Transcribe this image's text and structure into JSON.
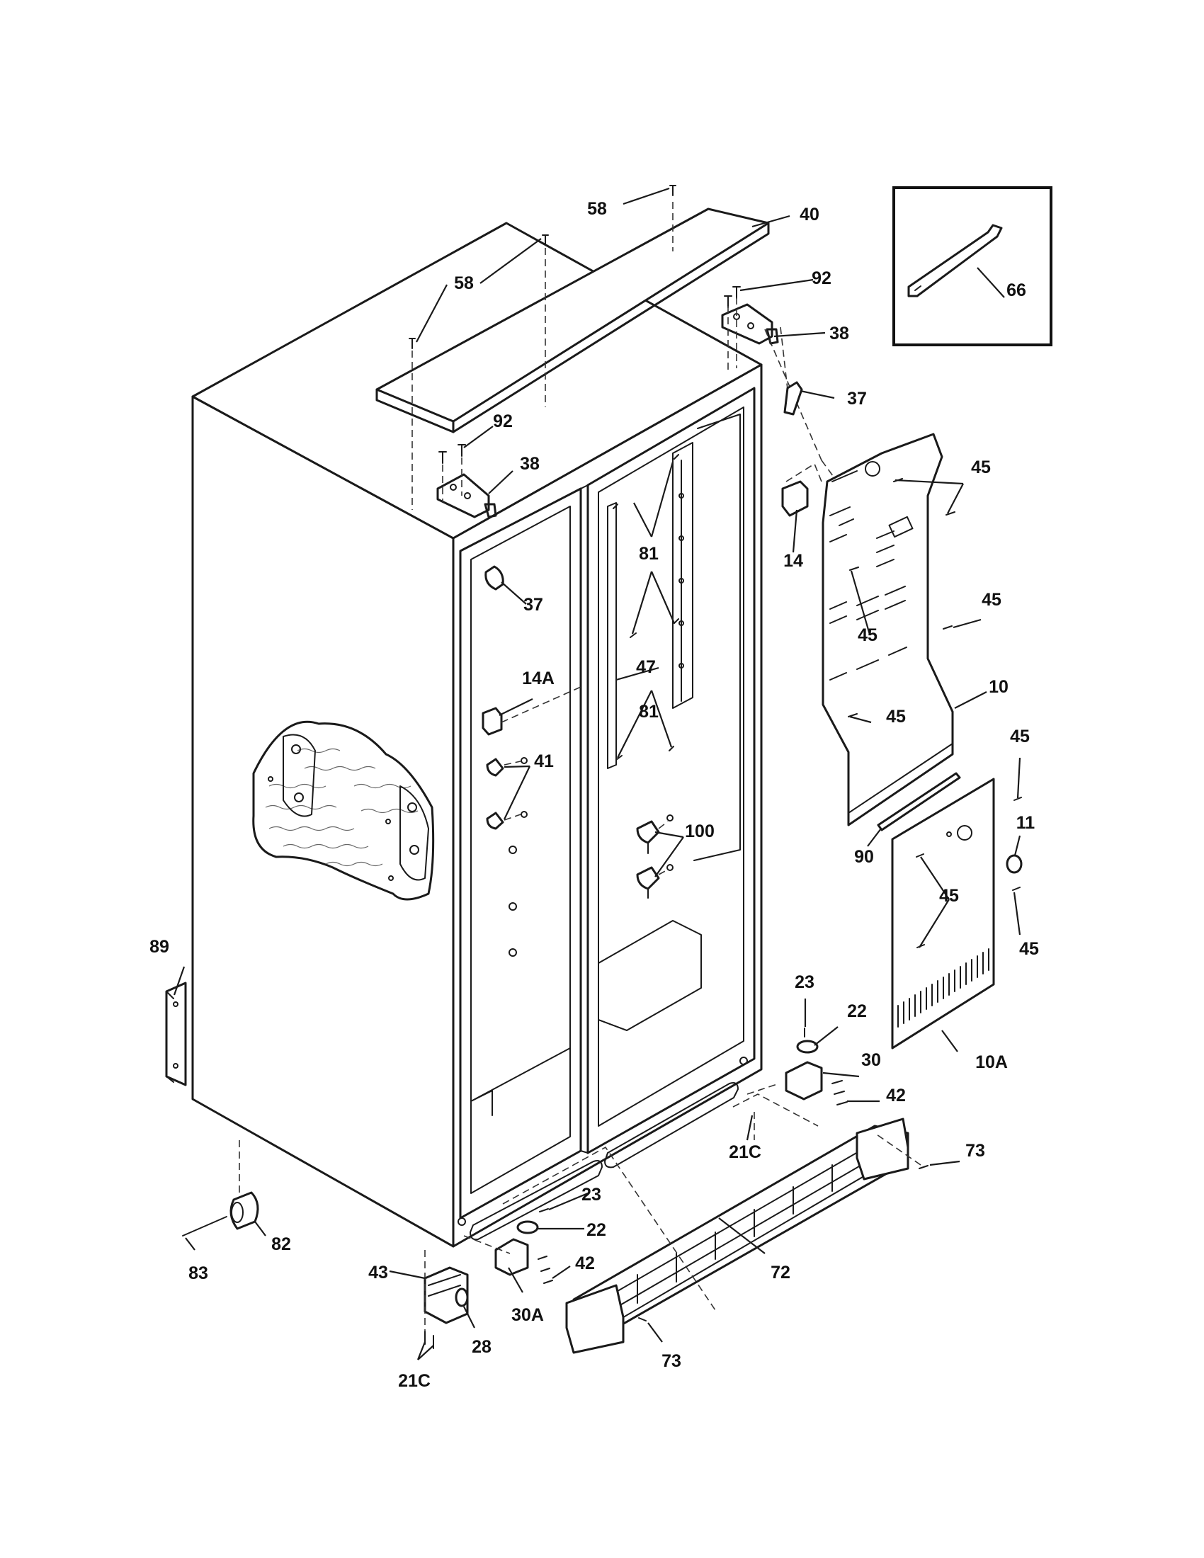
{
  "labels": [
    "58",
    "40",
    "58",
    "92",
    "38",
    "37",
    "92",
    "38",
    "66",
    "14",
    "45",
    "37",
    "81",
    "45",
    "45",
    "14A",
    "47",
    "10",
    "45",
    "41",
    "81",
    "45",
    "100",
    "90",
    "11",
    "45",
    "45",
    "89",
    "23",
    "22",
    "30",
    "42",
    "10A",
    "21C",
    "73",
    "23",
    "22",
    "42",
    "82",
    "83",
    "43",
    "30A",
    "28",
    "72",
    "73",
    "21C"
  ]
}
